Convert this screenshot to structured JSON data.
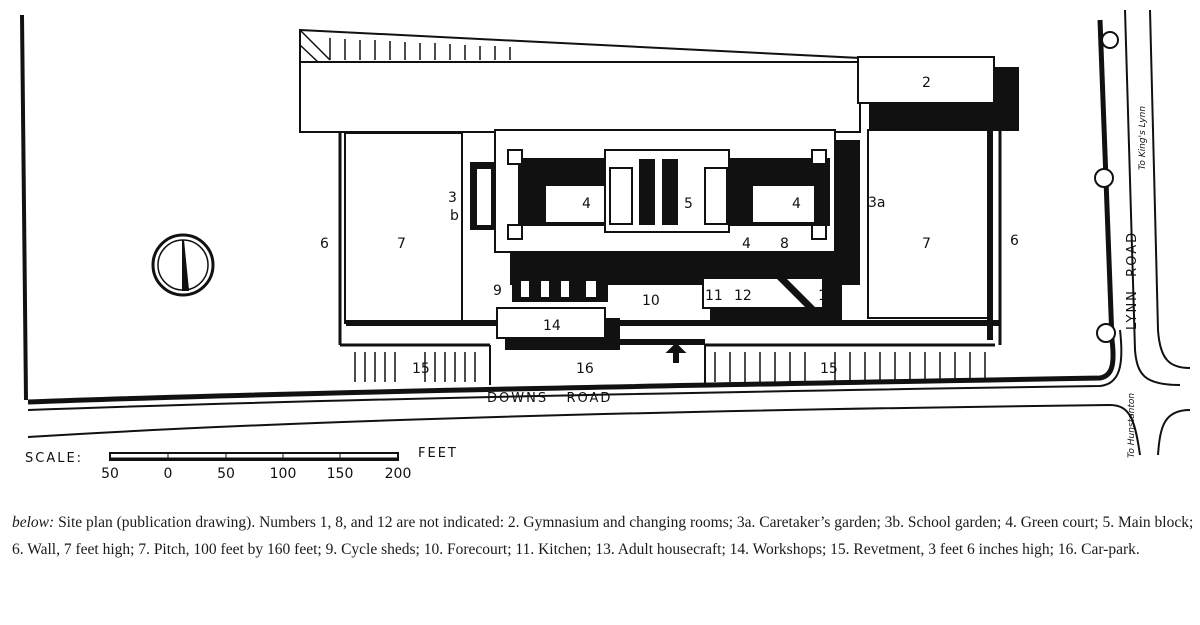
{
  "plan": {
    "labels": {
      "l2": "2",
      "l3": "3",
      "lb": "b",
      "l3a": "3a",
      "l4a": "4",
      "l4b": "4",
      "l4c": "4",
      "l5": "5",
      "l6a": "6",
      "l6b": "6",
      "l7a": "7",
      "l7b": "7",
      "l8": "8",
      "l9": "9",
      "l10": "10",
      "l11": "11",
      "l12": "12",
      "l13": "13",
      "l14": "14",
      "l15a": "15",
      "l15b": "15",
      "l16": "16"
    },
    "roads": {
      "downs": "DOWNS   ROAD",
      "lynn": "LYNN  ROAD",
      "kings_lynn": "To King's Lynn",
      "hunstanton": "To Hunstanton"
    },
    "scale": {
      "label": "SCALE:",
      "unit": "FEET",
      "ticks": [
        "50",
        "0",
        "50",
        "100",
        "150",
        "200"
      ]
    }
  },
  "caption": {
    "lead": "below:",
    "text": " Site plan (publication drawing). Numbers 1, 8, and 12 are not indicated: 2. Gymnasium and changing rooms; 3a. Caretaker’s garden; 3b. School garden; 4. Green court; 5. Main block; 6. Wall, 7 feet high; 7. Pitch, 100 feet by 160 feet; 9. Cycle sheds; 10. Forecourt; 11. Kitchen; 13. Adult housecraft; 14. Workshops; 15. Revetment, 3 feet 6 inches high; 16. Car-park."
  }
}
